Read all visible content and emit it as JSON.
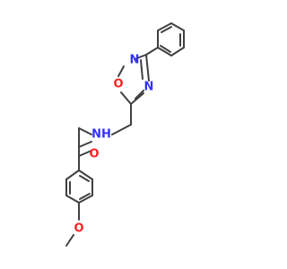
{
  "molecule": {
    "atoms": {
      "nitrogen_ring_top": {
        "label": "N",
        "color": "#3333ff"
      },
      "oxygen_ring": {
        "label": "O",
        "color": "#ff2020"
      },
      "nitrogen_ring_right": {
        "label": "N",
        "color": "#3333ff"
      },
      "oxygen_carbonyl": {
        "label": "O",
        "color": "#ff2020"
      },
      "amide_nh": {
        "label": "NH",
        "color": "#3333ff"
      },
      "oxygen_methoxy": {
        "label": "O",
        "color": "#ff2020"
      }
    },
    "bond_color": "#404040",
    "background": "#ffffff"
  }
}
